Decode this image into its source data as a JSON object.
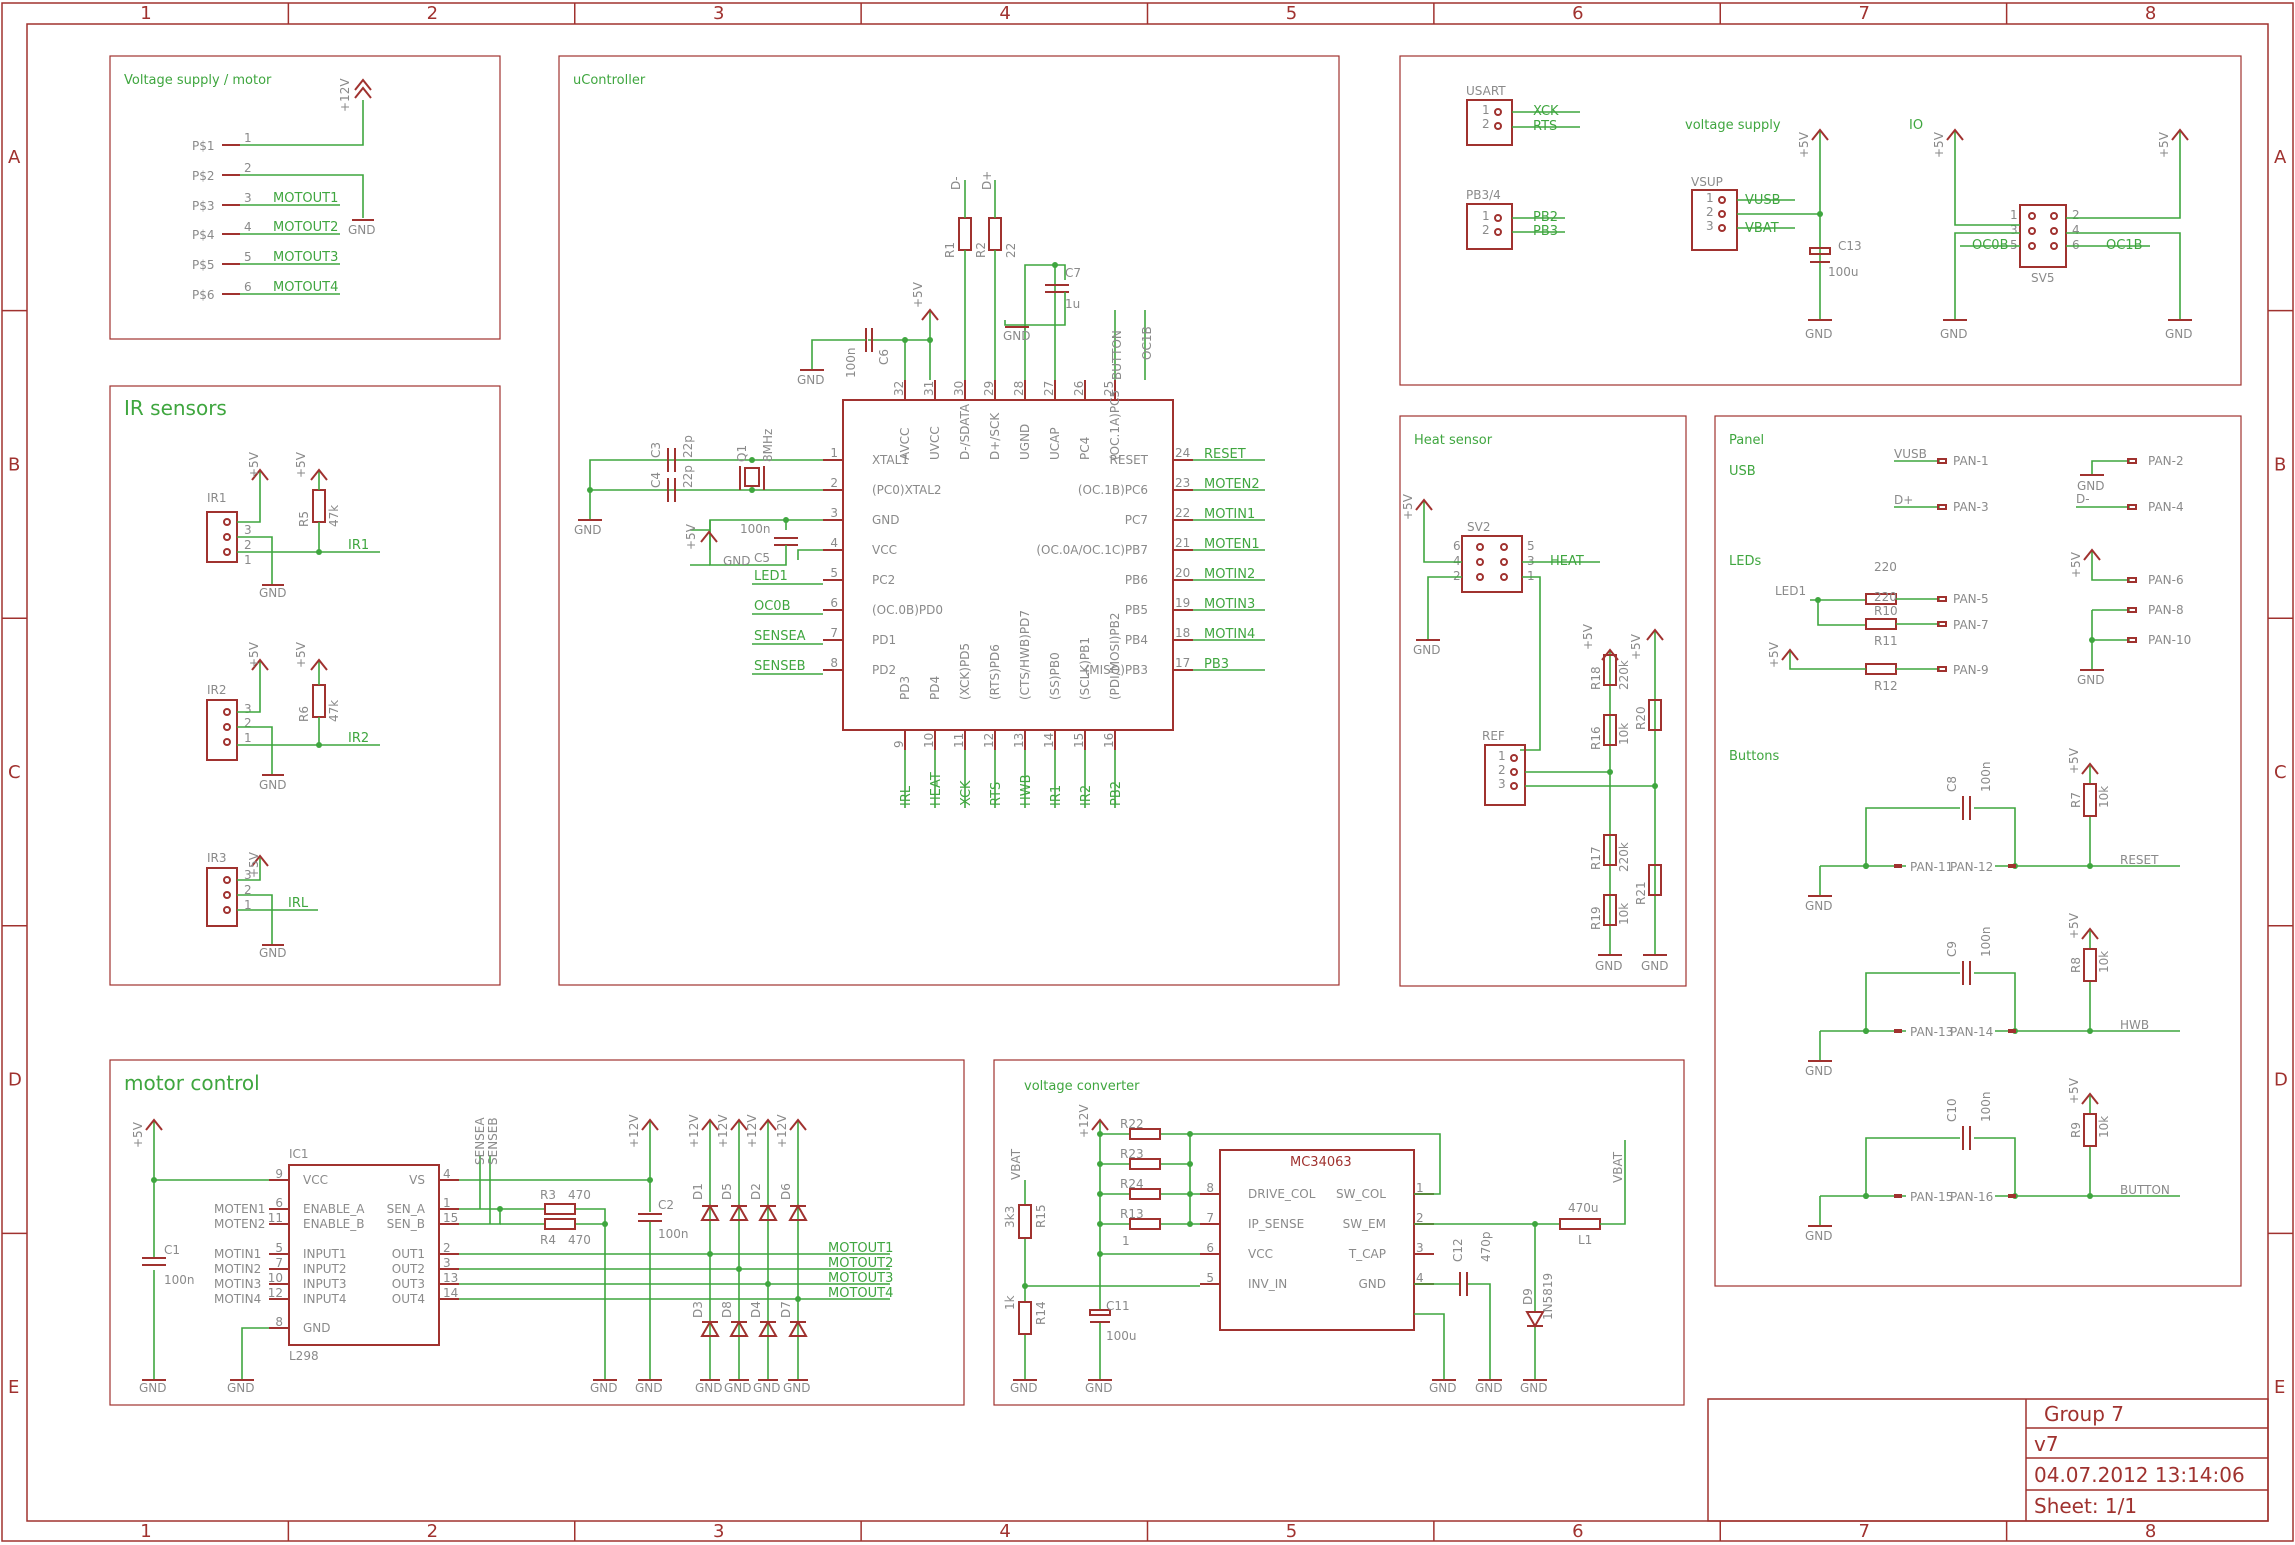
{
  "sheet": {
    "columns": [
      "1",
      "2",
      "3",
      "4",
      "5",
      "6",
      "7",
      "8"
    ],
    "rows": [
      "A",
      "B",
      "C",
      "D",
      "E"
    ]
  },
  "titleblock": {
    "group": "Group 7",
    "version": "v7",
    "datetime": "04.07.2012 13:14:06",
    "sheet": "Sheet: 1/1"
  },
  "voltage_supply_motor": {
    "title": "Voltage supply / motor",
    "pins": [
      "P$1",
      "P$2",
      "P$3",
      "P$4",
      "P$5",
      "P$6"
    ],
    "pin_numbers": [
      "1",
      "2",
      "3",
      "4",
      "5",
      "6"
    ],
    "nets": [
      "MOTOUT1",
      "MOTOUT2",
      "MOTOUT3",
      "MOTOUT4"
    ],
    "supply": "+12V",
    "gnd": "GND"
  },
  "ir_sensors": {
    "title": "IR sensors",
    "sensors": [
      {
        "name": "IR1",
        "resistor": "R5",
        "value": "47k",
        "net": "IR1"
      },
      {
        "name": "IR2",
        "resistor": "R6",
        "value": "47k",
        "net": "IR2"
      },
      {
        "name": "IR3",
        "net": "IRL"
      }
    ],
    "supply": "+5V",
    "gnd": "GND",
    "pin_numbers": [
      "3",
      "2",
      "1"
    ]
  },
  "ucontroller": {
    "title": "uController",
    "left_pins": [
      {
        "num": "1",
        "name": "XTAL1"
      },
      {
        "num": "2",
        "name": "(PC0)XTAL2"
      },
      {
        "num": "3",
        "name": "GND"
      },
      {
        "num": "4",
        "name": "VCC"
      },
      {
        "num": "5",
        "name": "PC2"
      },
      {
        "num": "6",
        "name": "(OC.0B)PD0"
      },
      {
        "num": "7",
        "name": "PD1"
      },
      {
        "num": "8",
        "name": "PD2"
      }
    ],
    "left_nets": [
      "LED1",
      "OC0B",
      "SENSEA",
      "SENSEB"
    ],
    "right_pins": [
      {
        "num": "24",
        "name": "RESET",
        "label": "RESET",
        "net": "RESET"
      },
      {
        "num": "23",
        "name": "(OC.1B)PC6",
        "net": "MOTEN2"
      },
      {
        "num": "22",
        "name": "PC7",
        "net": "MOTIN1"
      },
      {
        "num": "21",
        "name": "(OC.0A/OC.1C)PB7",
        "net": "MOTEN1"
      },
      {
        "num": "20",
        "name": "PB6",
        "net": "MOTIN2"
      },
      {
        "num": "19",
        "name": "PB5",
        "net": "MOTIN3"
      },
      {
        "num": "18",
        "name": "PB4",
        "net": "MOTIN4"
      },
      {
        "num": "17",
        "name": "(MISO)PB3",
        "net": "PB3"
      }
    ],
    "top_pins": [
      {
        "num": "32",
        "name": "AVCC"
      },
      {
        "num": "31",
        "name": "UVCC"
      },
      {
        "num": "30",
        "name": "D-/SDATA"
      },
      {
        "num": "29",
        "name": "D+/SCK"
      },
      {
        "num": "28",
        "name": "UGND"
      },
      {
        "num": "27",
        "name": "UCAP"
      },
      {
        "num": "26",
        "name": "PC4"
      },
      {
        "num": "25",
        "name": "(OC.1A)PC5"
      }
    ],
    "top_nets": [
      "BUTTON",
      "OC1B",
      "D-",
      "D+"
    ],
    "bottom_pins": [
      {
        "num": "9",
        "name": "PD3",
        "net": "IRL"
      },
      {
        "num": "10",
        "name": "PD4",
        "net": "HEAT"
      },
      {
        "num": "11",
        "name": "(XCK)PD5",
        "net": "XCK"
      },
      {
        "num": "12",
        "name": "(RTS)PD6",
        "net": "RTS"
      },
      {
        "num": "13",
        "name": "(CTS/HWB)PD7",
        "net": "HWB"
      },
      {
        "num": "14",
        "name": "(SS)PB0",
        "net": "IR1"
      },
      {
        "num": "15",
        "name": "(SCLK)PB1",
        "net": "IR2"
      },
      {
        "num": "16",
        "name": "(PDI/MOSI)PB2",
        "net": "PB2"
      }
    ],
    "parts": {
      "R1": "R1",
      "R2": "R2",
      "R2_val": "22",
      "C7": "C7",
      "C7_val": "1u",
      "C6": "C6",
      "C6_val": "100n",
      "C3": "C3",
      "C3_val": "22p",
      "C4": "C4",
      "C4_val": "22p",
      "C5": "C5",
      "C5_val": "100n",
      "Q1": "Q1",
      "Q1_val": "8MHz"
    },
    "supply": "+5V",
    "gnd": "GND"
  },
  "usart": {
    "title": "USART",
    "nets": [
      "XCK",
      "RTS"
    ],
    "pb_title": "PB3/4",
    "pb_nets": [
      "PB2",
      "PB3"
    ],
    "pin_numbers": [
      "1",
      "2"
    ]
  },
  "voltage_supply": {
    "title": "voltage supply",
    "connector": "VSUP",
    "nets": [
      "VUSB",
      "VBAT"
    ],
    "pin_numbers": [
      "1",
      "2",
      "3"
    ],
    "cap": "C13",
    "cap_val": "100u",
    "supply": "+5V",
    "gnd": "GND"
  },
  "io": {
    "title": "IO",
    "connector": "SV5",
    "nets": [
      "OC0B",
      "OC1B"
    ],
    "pin_numbers_left": [
      "1",
      "3",
      "5"
    ],
    "pin_numbers_right": [
      "2",
      "4",
      "6"
    ],
    "supply": "+5V",
    "gnd": "GND"
  },
  "heat_sensor": {
    "title": "Heat sensor",
    "connector": "SV2",
    "net": "HEAT",
    "pins_left": [
      "6",
      "4",
      "2"
    ],
    "pins_right": [
      "5",
      "3",
      "1"
    ],
    "ref": "REF",
    "ref_pins": [
      "1",
      "2",
      "3"
    ],
    "resistors": [
      {
        "name": "R18",
        "value": "220k"
      },
      {
        "name": "R16",
        "value": "10k"
      },
      {
        "name": "R17",
        "value": "220k"
      },
      {
        "name": "R19",
        "value": "10k"
      },
      {
        "name": "R20",
        "value": ""
      },
      {
        "name": "R21",
        "value": ""
      }
    ],
    "supply": "+5V",
    "gnd": "GND"
  },
  "panel": {
    "title": "Panel",
    "usb": "USB",
    "usb_nets": [
      {
        "net": "VUSB",
        "pin": "PAN-1"
      },
      {
        "net": "D+",
        "pin": "PAN-3"
      },
      {
        "net": "GND",
        "pin": "PAN-2"
      },
      {
        "net": "D-",
        "pin": "PAN-4"
      }
    ],
    "leds": "LEDs",
    "led_net": "LED1",
    "led_resistors": [
      {
        "name": "R10",
        "value": "220",
        "pin": "PAN-5"
      },
      {
        "name": "R11",
        "value": "220",
        "pin": "PAN-7"
      },
      {
        "name": "R12",
        "value": "",
        "pin": "PAN-9"
      }
    ],
    "led_right_pins": [
      "PAN-6",
      "PAN-8",
      "PAN-10"
    ],
    "buttons": "Buttons",
    "button_rows": [
      {
        "cap": "C8",
        "cap_val": "100n",
        "res": "R7",
        "res_val": "10k",
        "pin_a": "PAN-11",
        "pin_b": "PAN-12",
        "net": "RESET"
      },
      {
        "cap": "C9",
        "cap_val": "100n",
        "res": "R8",
        "res_val": "10k",
        "pin_a": "PAN-13",
        "pin_b": "PAN-14",
        "net": "HWB"
      },
      {
        "cap": "C10",
        "cap_val": "100n",
        "res": "R9",
        "res_val": "10k",
        "pin_a": "PAN-15",
        "pin_b": "PAN-16",
        "net": "BUTTON"
      }
    ],
    "supply": "+5V",
    "gnd": "GND"
  },
  "motor_control": {
    "title": "motor control",
    "ic": "IC1",
    "ic_type": "L298",
    "left_pins": [
      {
        "num": "9",
        "name": "VCC"
      },
      {
        "num": "6",
        "name": "ENABLE_A",
        "net": "MOTEN1"
      },
      {
        "num": "11",
        "name": "ENABLE_B",
        "net": "MOTEN2"
      },
      {
        "num": "5",
        "name": "INPUT1",
        "net": "MOTIN1"
      },
      {
        "num": "7",
        "name": "INPUT2",
        "net": "MOTIN2"
      },
      {
        "num": "10",
        "name": "INPUT3",
        "net": "MOTIN3"
      },
      {
        "num": "12",
        "name": "INPUT4",
        "net": "MOTIN4"
      },
      {
        "num": "8",
        "name": "GND"
      }
    ],
    "right_pins": [
      {
        "num": "4",
        "name": "VS"
      },
      {
        "num": "1",
        "name": "SEN_A"
      },
      {
        "num": "15",
        "name": "SEN_B"
      },
      {
        "num": "2",
        "name": "OUT1",
        "net": "MOTOUT1"
      },
      {
        "num": "3",
        "name": "OUT2",
        "net": "MOTOUT2"
      },
      {
        "num": "13",
        "name": "OUT3",
        "net": "MOTOUT3"
      },
      {
        "num": "14",
        "name": "OUT4",
        "net": "MOTOUT4"
      }
    ],
    "sense_nets": [
      "SENSEA",
      "SENSEB"
    ],
    "C1": "C1",
    "C1_val": "100n",
    "C2": "C2",
    "C2_val": "100n",
    "R3": "R3",
    "R3_val": "470",
    "R4": "R4",
    "R4_val": "470",
    "diodes_top": [
      "D1",
      "D5",
      "D2",
      "D6"
    ],
    "diodes_bottom": [
      "D3",
      "D8",
      "D4",
      "D7"
    ],
    "supply5": "+5V",
    "supply12": "+12V",
    "gnd": "GND"
  },
  "voltage_converter": {
    "title": "voltage converter",
    "ic": "MC34063",
    "left_pins": [
      {
        "num": "8",
        "name": "DRIVE_COL"
      },
      {
        "num": "7",
        "name": "IP_SENSE"
      },
      {
        "num": "6",
        "name": "VCC"
      },
      {
        "num": "5",
        "name": "INV_IN"
      }
    ],
    "right_pins": [
      {
        "num": "1",
        "name": "SW_COL"
      },
      {
        "num": "2",
        "name": "SW_EM"
      },
      {
        "num": "3",
        "name": "T_CAP"
      },
      {
        "num": "4",
        "name": "GND"
      }
    ],
    "resistors": [
      "R22",
      "R23",
      "R24",
      "R13"
    ],
    "R13_val": "1",
    "R15": "R15",
    "R15_val": "3k3",
    "R14": "R14",
    "R14_val": "1k",
    "C11": "C11",
    "C11_val": "100u",
    "C12": "C12",
    "C12_val": "470p",
    "D9": "D9",
    "D9_val": "1N5819",
    "L1": "L1",
    "L1_val": "470u",
    "vbat": "VBAT",
    "supply12": "+12V",
    "gnd": "GND"
  },
  "colors": {
    "frame": "#a0322f",
    "wire": "#3fa63f",
    "label": "#8a8a8a"
  }
}
